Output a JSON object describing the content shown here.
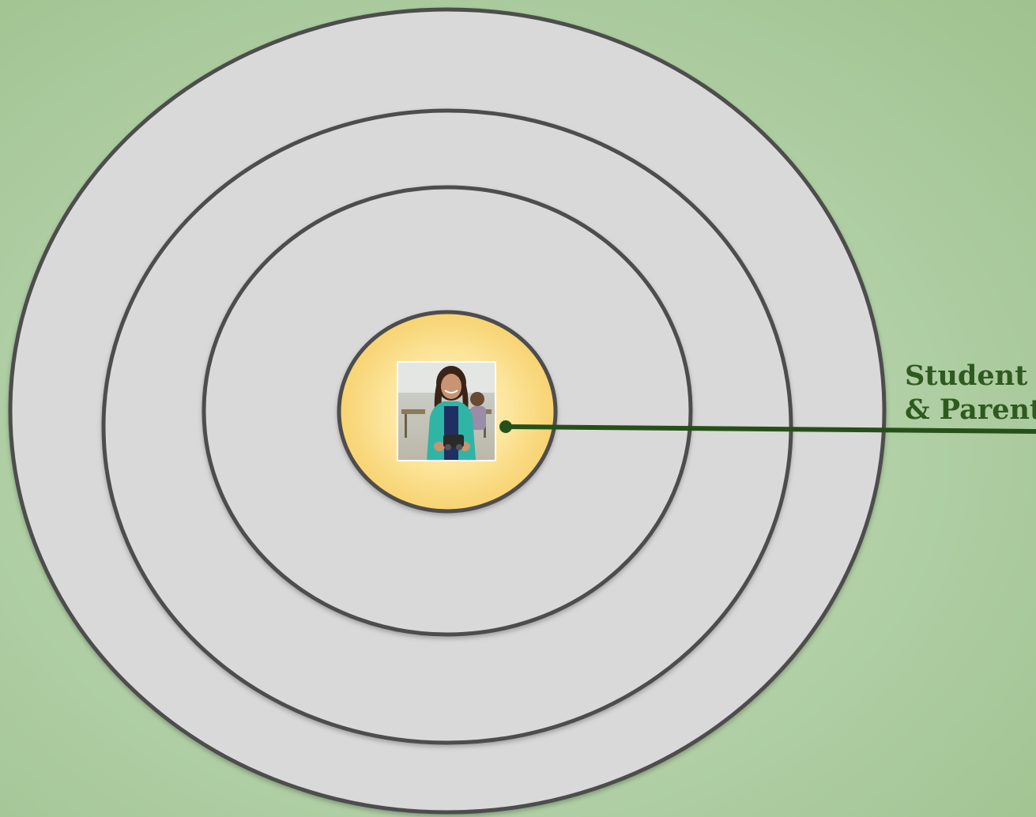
{
  "center": {
    "image": "student-holding-robot-photo",
    "label_lines": [
      "Student",
      "& Parent"
    ]
  },
  "ring_count": 4,
  "colors": {
    "background": "#b4d2aa",
    "ring_fill": "#d9d9d9",
    "ring_stroke": "#4d4d4d",
    "center_fill": "#fde8a3",
    "center_fill_edge": "#f6cf67",
    "connector": "#26501a",
    "label_text": "#2f5a1f"
  }
}
